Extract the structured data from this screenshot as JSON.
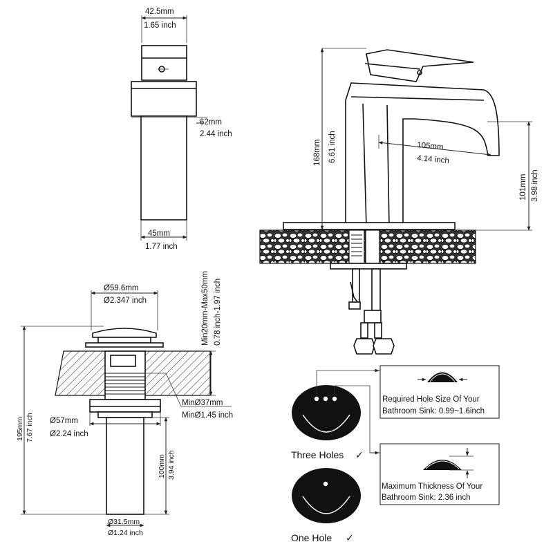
{
  "top_view": {
    "width_mm": "42.5mm",
    "width_in": "1.65 inch"
  },
  "front_view": {
    "depth_mm": "62mm",
    "depth_in": "2.44 inch",
    "base_mm": "45mm",
    "base_in": "1.77 inch"
  },
  "side_view": {
    "height_mm": "168mm",
    "height_in": "6.61 inch",
    "reach_mm": "105mm",
    "reach_in": "4.14 inch",
    "spout_mm": "101mm",
    "spout_in": "3.98 inch"
  },
  "drain": {
    "cap_mm": "Ø59.6mm",
    "cap_in": "Ø2.347 inch",
    "counter_mm": "Min20mm-Max50mm",
    "counter_in": "0.78 inch-1.97 inch",
    "hole_mm": "MinØ37mm",
    "hole_in": "MinØ1.45 inch",
    "nut_mm": "Ø57mm",
    "nut_in": "Ø2.24 inch",
    "total_mm": "195mm",
    "total_in": "7.67 inch",
    "tail_mm": "100mm",
    "tail_in": "3.94 inch",
    "pipe_mm": "Ø31.5mm",
    "pipe_in": "Ø1.24 inch"
  },
  "sink_info": {
    "three_holes": "Three Holes",
    "one_hole": "One Hole",
    "check": "✓",
    "hole_size_line1": "Required Hole Size Of Your",
    "hole_size_line2": "Bathroom Sink: 0.99~1.6inch",
    "thickness_line1": "Maximum Thickness Of Your",
    "thickness_line2": "Bathroom Sink: 2.36 inch"
  }
}
